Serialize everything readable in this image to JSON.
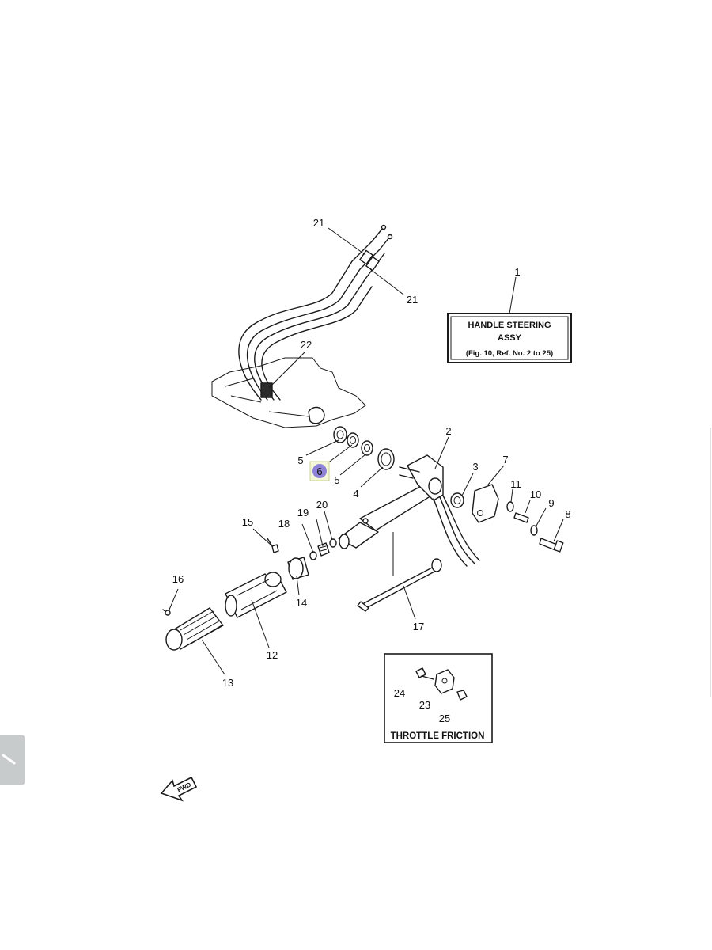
{
  "diagram": {
    "callouts": {
      "c1": "1",
      "c2": "2",
      "c3": "3",
      "c4": "4",
      "c5a": "5",
      "c5b": "5",
      "c6": "6",
      "c7": "7",
      "c8": "8",
      "c9": "9",
      "c10": "10",
      "c11": "11",
      "c12": "12",
      "c13": "13",
      "c14": "14",
      "c15": "15",
      "c16": "16",
      "c17": "17",
      "c18": "18",
      "c19": "19",
      "c20": "20",
      "c21a": "21",
      "c21b": "21",
      "c22": "22",
      "c23": "23",
      "c24": "24",
      "c25": "25"
    },
    "handle_box": {
      "line1": "HANDLE STEERING",
      "line2": "ASSY",
      "line3": "(Fig. 10, Ref. No. 2 to 25)"
    },
    "throttle_box": {
      "title": "THROTTLE FRICTION"
    },
    "fwd_label": "FWD",
    "highlight_color": "#7b6fd8"
  }
}
